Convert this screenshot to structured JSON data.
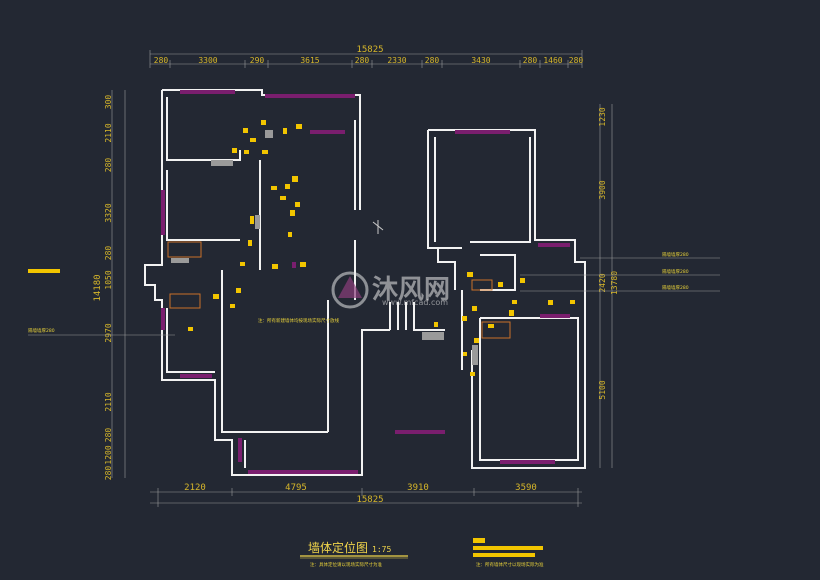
{
  "dimensions": {
    "top_total": "15825",
    "top_segments": [
      "280",
      "3300",
      "290",
      "3615",
      "280",
      "2330",
      "280",
      "3430",
      "280",
      "1460",
      "280"
    ],
    "bottom_segments": [
      "2120",
      "4795",
      "3910",
      "3590"
    ],
    "bottom_total": "15825",
    "left_segments": [
      "300",
      "2110",
      "280",
      "3320",
      "280",
      "1050",
      "2970",
      "2110",
      "280",
      "1200",
      "280"
    ],
    "left_total": "14180",
    "right_segments": [
      "1230",
      "3900",
      "2420",
      "5100"
    ],
    "right_total": "13780"
  },
  "notes": {
    "left_marker": "隔墙墙厚280",
    "right_marker_1": "隔墙墙厚280",
    "right_marker_2": "隔墙墙厚280",
    "right_marker_3": "隔墙墙厚280",
    "center_note": "注：所有新建墙体均按现场实际尺寸放线",
    "legend_note": "注：所有墙体尺寸以现场实际为准"
  },
  "title_block": {
    "title": "墙体定位图",
    "scale": "1:75",
    "subtitle": "注：具体定位请以现场实际尺寸为准"
  },
  "watermark": {
    "brand": "沐风网",
    "url": "www.mfcad.com"
  },
  "colors": {
    "background": "#232833",
    "dimension": "#d6b62a",
    "wall": "#f2f2f2",
    "window": "#7a1e6e",
    "fixture": "#f2c500",
    "door": "#c8712a"
  }
}
